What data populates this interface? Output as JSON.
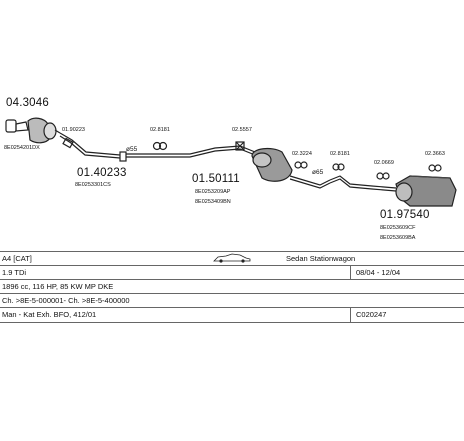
{
  "parts": {
    "cat_part": "04.3046",
    "cat_oe": "8E0254201DX",
    "clamp1": "01.90223",
    "front_pipe_part": "01.40233",
    "front_pipe_oe": "8E0253301CS",
    "hanger1": "02.8181",
    "clamp_a": "ø55",
    "mid_pipe_part": "01.50111",
    "mid_pipe_oe1": "8E0253209AP",
    "mid_pipe_oe2": "8E0253409BN",
    "clamp2": "02.5557",
    "clamp3": "02.3224",
    "clamp_b": "ø65",
    "hanger2": "02.8181",
    "hanger3": "02.0669",
    "hanger4": "02.3663",
    "rear_part": "01.97540",
    "rear_oe1": "8E0253609CF",
    "rear_oe2": "8E0253609BA"
  },
  "table": {
    "r1_c1": "A4 [CAT]",
    "r1_c3": "Sedan Stationwagon",
    "r2_c1": "1.9 TDi",
    "r2_c3": "08/04 - 12/04",
    "r3_c1": "1896 cc, 116 HP, 85 KW MP DKE",
    "r4_c1": "Ch. >8E-5-000001- Ch. >8E-5-400000",
    "r5_c1": "Man - Kat Exh. BFO, 412/01",
    "r5_c3": "C020247"
  },
  "icons": {
    "car": "car-icon"
  }
}
